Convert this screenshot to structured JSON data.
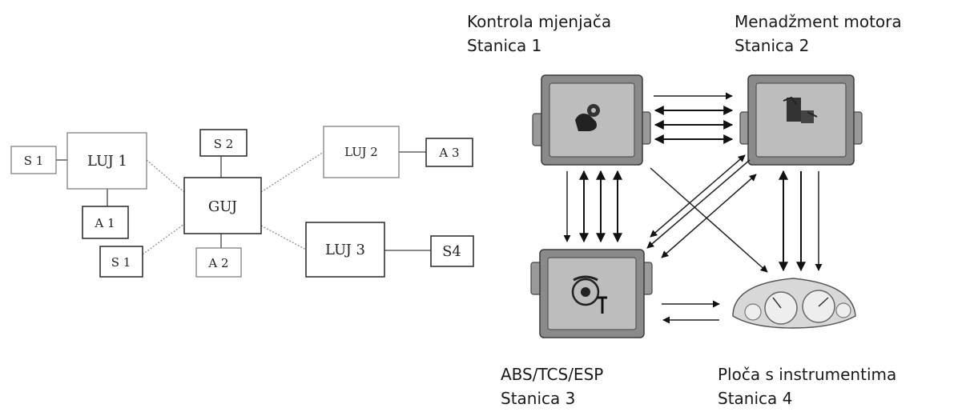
{
  "left_diagram": {
    "nodes": {
      "s1_top": "S 1",
      "luj1": "LUJ 1",
      "a1": "A 1",
      "s1_bottom": "S 1",
      "s2": "S 2",
      "guj": "GUJ",
      "a2": "A 2",
      "luj2": "LUJ 2",
      "a3": "A 3",
      "luj3": "LUJ 3",
      "s4": "S4"
    }
  },
  "right_diagram": {
    "stations": {
      "transmission": {
        "title": "Kontrola mjenjača",
        "station": "Stanica 1",
        "icon": "gear-hand-icon"
      },
      "engine": {
        "title": "Menadžment motora",
        "station": "Stanica 2",
        "icon": "engine-icon"
      },
      "abs": {
        "title": "ABS/TCS/ESP",
        "station": "Stanica 3",
        "icon": "brake-icon"
      },
      "dashboard": {
        "title": "Ploča s instrumentima",
        "station": "Stanica 4",
        "icon": "gauge-cluster-icon"
      }
    }
  }
}
